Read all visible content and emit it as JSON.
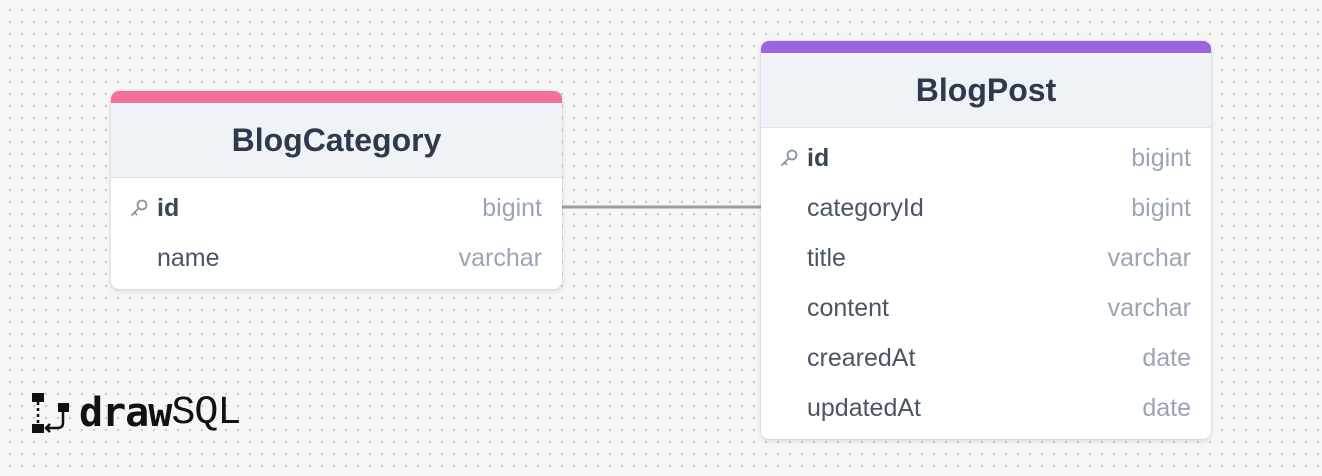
{
  "colors": {
    "category_accent": "#f0719a",
    "post_accent": "#9a64e0",
    "connector": "#9aa0a6"
  },
  "tables": [
    {
      "name": "BlogCategory",
      "columns": [
        {
          "name": "id",
          "type": "bigint",
          "primary_key": true
        },
        {
          "name": "name",
          "type": "varchar",
          "primary_key": false
        }
      ]
    },
    {
      "name": "BlogPost",
      "columns": [
        {
          "name": "id",
          "type": "bigint",
          "primary_key": true
        },
        {
          "name": "categoryId",
          "type": "bigint",
          "primary_key": false
        },
        {
          "name": "title",
          "type": "varchar",
          "primary_key": false
        },
        {
          "name": "content",
          "type": "varchar",
          "primary_key": false
        },
        {
          "name": "crearedAt",
          "type": "date",
          "primary_key": false
        },
        {
          "name": "updatedAt",
          "type": "date",
          "primary_key": false
        }
      ]
    }
  ],
  "relationship": {
    "from": "BlogCategory.id",
    "to": "BlogPost.categoryId"
  },
  "logo": {
    "part1": "draw",
    "part2": "SQL",
    "icon": "drawsql-logo-icon"
  }
}
